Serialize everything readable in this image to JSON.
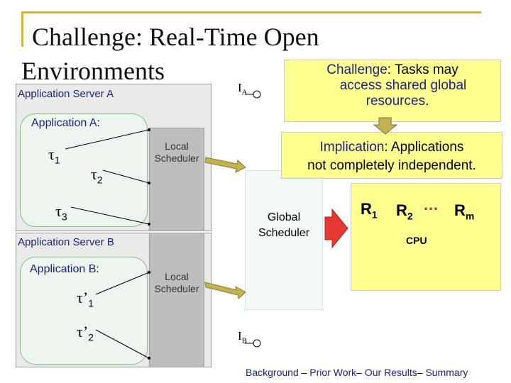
{
  "slide": {
    "title_line1": "Challenge:  Real-Time Open",
    "title_line2": "Environments"
  },
  "server_a": {
    "label": "Application Server A",
    "app_label_main": "Application A",
    "app_label_colon": ":",
    "tasks": [
      {
        "symbol": "τ",
        "sub": "1"
      },
      {
        "symbol": "τ",
        "sub": "2"
      },
      {
        "symbol": "τ",
        "sub": "3"
      }
    ],
    "scheduler_line1": "Local",
    "scheduler_line2": "Scheduler"
  },
  "server_b": {
    "label": "Application Server B",
    "app_label_main": "Application B",
    "app_label_colon": ":",
    "tasks": [
      {
        "symbol": "τ’",
        "sub": "1"
      },
      {
        "symbol": "τ’",
        "sub": "2"
      }
    ],
    "scheduler_line1": "Local",
    "scheduler_line2": "Scheduler"
  },
  "global_scheduler": {
    "line1": "Global",
    "line2": "Scheduler"
  },
  "interfaces": {
    "a": {
      "letter": "I",
      "sub": "A"
    },
    "b": {
      "letter": "I",
      "sub": "B"
    }
  },
  "challenge_callout": {
    "prefix": "Challenge",
    "line1_rest": ":  Tasks may",
    "line2_a": "access ",
    "line2_b": "shared global",
    "line3_a": "resources",
    "line3_b": "."
  },
  "implication_callout": {
    "prefix": "Implication",
    "line1_rest": ":  Applications",
    "line2": "not completely independent."
  },
  "cpu": {
    "resources": [
      {
        "letter": "R",
        "sub": "1"
      },
      {
        "letter": "R",
        "sub": "2"
      },
      {
        "letter": "R",
        "sub": "m"
      }
    ],
    "ellipsis": "…",
    "label": "CPU"
  },
  "footer": {
    "item1": "Background",
    "sep1": " – ",
    "item2": "Prior Work",
    "sep2": "– ",
    "item3": "Our Results",
    "sep3": "– ",
    "item4": "Summary"
  },
  "colors": {
    "accent_gold": "#d4b33c",
    "server_bg": "#e9e9e9",
    "app_bg": "#eef5ee",
    "app_border": "#7fbf7f",
    "callout_yellow": "#ffff8f",
    "text_navy": "#1a237e",
    "arrow_red": "#e53935",
    "arrow_olive": "#c2b253"
  }
}
